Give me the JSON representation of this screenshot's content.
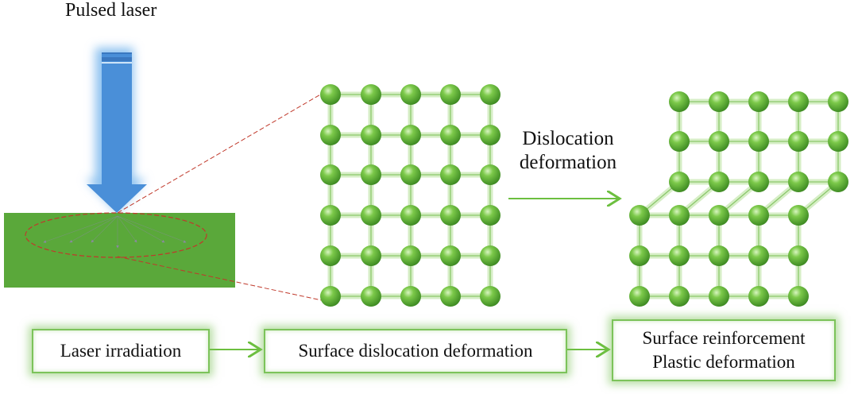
{
  "title": "Pulsed laser",
  "transition_label": [
    "Dislocation",
    "deformation"
  ],
  "process_steps": [
    {
      "lines": [
        "Laser irradiation"
      ]
    },
    {
      "lines": [
        "Surface dislocation deformation"
      ]
    },
    {
      "lines": [
        "Surface reinforcement",
        "Plastic deformation"
      ]
    }
  ],
  "colors": {
    "laser": "#4a90d9",
    "substrate": "#5aa83a",
    "atom": "#6cbf3f",
    "bond": "#9fd67e",
    "dashed": "#c0392b"
  }
}
